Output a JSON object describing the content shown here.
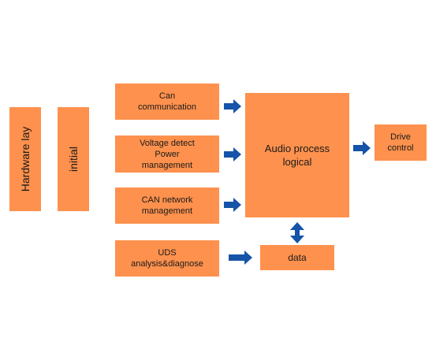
{
  "blocks": {
    "hardware": "Hardware lay",
    "initial": "initial",
    "can_comm": "Can\ncommunication",
    "voltage": "Voltage detect\nPower\nmanagement",
    "can_net": "CAN network\nmanagement",
    "uds": "UDS\nanalysis&diagnose",
    "audio": "Audio process\nlogical",
    "drive": "Drive\ncontrol",
    "data": "data"
  },
  "colors": {
    "block_fill": "#fe914d",
    "arrow": "#1554a8",
    "background": "#ffffff"
  }
}
